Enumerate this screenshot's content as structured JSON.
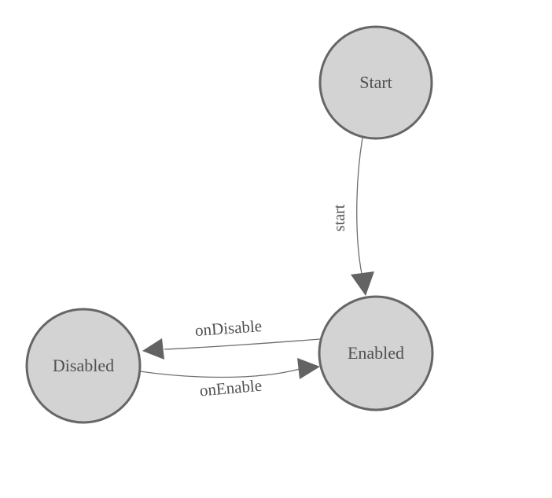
{
  "diagram": {
    "type": "state-machine",
    "states": [
      {
        "id": "start",
        "label": "Start"
      },
      {
        "id": "enabled",
        "label": "Enabled"
      },
      {
        "id": "disabled",
        "label": "Disabled"
      }
    ],
    "transitions": [
      {
        "from": "Start",
        "to": "Enabled",
        "label": "start"
      },
      {
        "from": "Enabled",
        "to": "Disabled",
        "label": "onDisable"
      },
      {
        "from": "Disabled",
        "to": "Enabled",
        "label": "onEnable"
      }
    ],
    "colors": {
      "background": "#ffffff",
      "node_fill": "#d3d3d3",
      "node_stroke": "#666666",
      "edge_stroke": "#6e6e6e",
      "arrowhead_fill": "#636363",
      "text": "#4e5054"
    }
  }
}
